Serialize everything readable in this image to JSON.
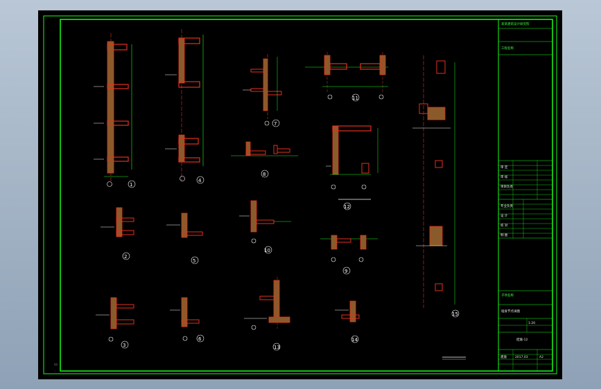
{
  "window": {
    "background": "#aebdcd",
    "sheet_color": "#000000"
  },
  "colors": {
    "border": "#19ff19",
    "wall": "#e6301e",
    "centerline": "#e6301e",
    "dimension": "#19ff19",
    "leader": "#ffffff",
    "fill": "#d8c07a"
  },
  "title_block": {
    "company": "某某建筑设计研究院",
    "project_label": "工程名称",
    "sheet_label": "子项名称",
    "drawing_title": "墙身节点详图",
    "drawing_no": "结施-12",
    "scale_note": "1:20",
    "rows": [
      "审 定",
      "审 核",
      "项目负责",
      "专业负责",
      "设 计",
      "校 对",
      "制 图"
    ],
    "bottom": [
      "建施",
      "2017.03",
      "A2"
    ]
  },
  "details": [
    {
      "id": "d1",
      "label": "1"
    },
    {
      "id": "d2",
      "label": "2"
    },
    {
      "id": "d3",
      "label": "3"
    },
    {
      "id": "d4",
      "label": "4"
    },
    {
      "id": "d5",
      "label": "5"
    },
    {
      "id": "d6",
      "label": "6"
    },
    {
      "id": "d7",
      "label": "7"
    },
    {
      "id": "d8",
      "label": "8"
    },
    {
      "id": "d9",
      "label": "9"
    },
    {
      "id": "d10",
      "label": "10"
    },
    {
      "id": "d11",
      "label": "11"
    },
    {
      "id": "d12",
      "label": "12"
    },
    {
      "id": "d13",
      "label": "13"
    },
    {
      "id": "d14",
      "label": "14"
    },
    {
      "id": "d15",
      "label": "15"
    }
  ]
}
